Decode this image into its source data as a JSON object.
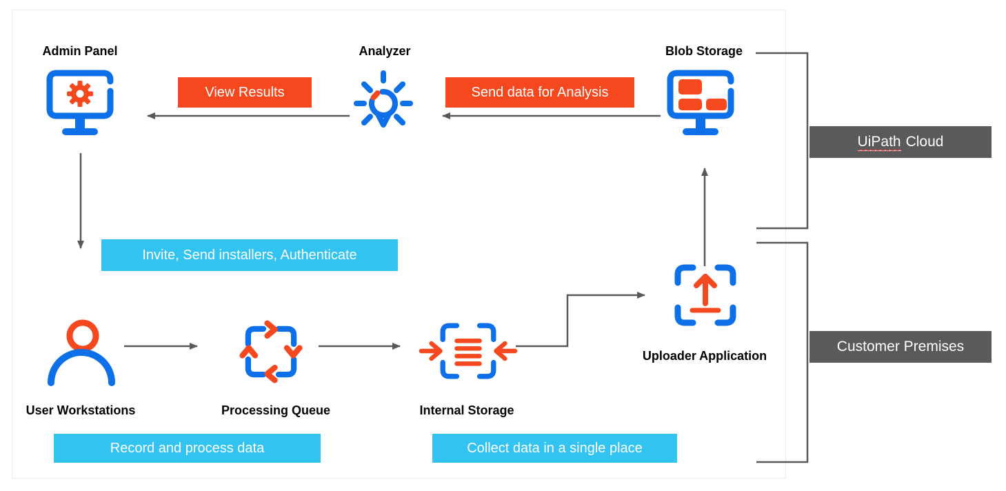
{
  "theme": {
    "orange": "#F5481F",
    "blue": "#0E70E8",
    "cyan": "#33C3F0",
    "dark_gray": "#595A5C",
    "arrow_gray": "#595959",
    "text_black": "#000000"
  },
  "nodes": {
    "admin_panel": {
      "label": "Admin Panel",
      "icon": "monitor-gear-icon"
    },
    "analyzer": {
      "label": "Analyzer",
      "icon": "lightbulb-icon"
    },
    "blob_storage": {
      "label": "Blob Storage",
      "icon": "monitor-blocks-icon"
    },
    "user_workstations": {
      "label": "User Workstations",
      "icon": "person-icon"
    },
    "processing_queue": {
      "label": "Processing Queue",
      "icon": "cycle-arrows-icon"
    },
    "internal_storage": {
      "label": "Internal Storage",
      "icon": "stack-inward-arrows-icon"
    },
    "uploader_application": {
      "label": "Uploader Application",
      "icon": "upload-brackets-icon"
    }
  },
  "flow_labels": {
    "view_results": "View Results",
    "send_data_for_analysis": "Send data for Analysis",
    "invite_send_installers_authenticate": "Invite, Send installers, Authenticate",
    "record_and_process_data": "Record and process data",
    "collect_data_in_a_single_place": "Collect data in a single place"
  },
  "zones": {
    "uipath_cloud": {
      "word_marked": "UiPath",
      "word_rest": "Cloud"
    },
    "customer_premises": {
      "label": "Customer Premises"
    }
  }
}
